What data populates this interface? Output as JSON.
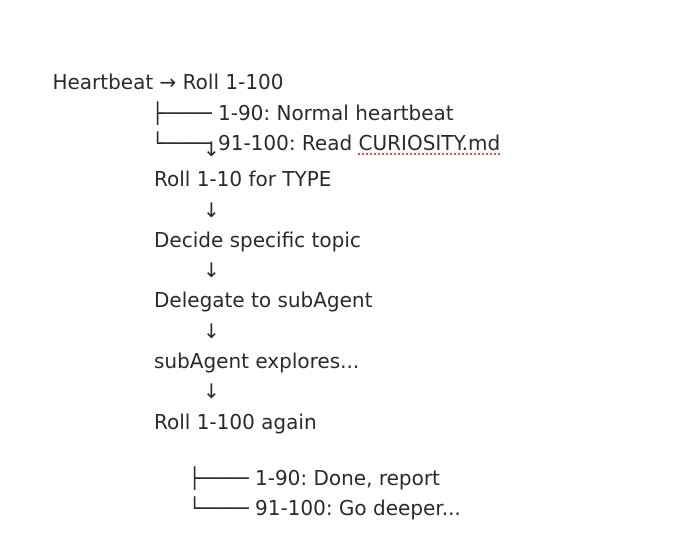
{
  "flow": {
    "root": "Heartbeat → Roll 1-100",
    "branch1": {
      "a_connector": "├──── ",
      "a_text": "1-90: Normal heartbeat",
      "b_connector": "└──── ",
      "b_prefix": "91-100: Read ",
      "b_file": "CURIOSITY.md"
    },
    "arrow": "↓",
    "step1": "Roll 1-10 for TYPE",
    "step2": "Decide specific topic",
    "step3": "Delegate to subAgent",
    "step4": "subAgent explores...",
    "step5": "Roll 1-100 again",
    "branch2": {
      "a_connector": "├──── ",
      "a_text": "1-90: Done, report",
      "b_connector": "└──── ",
      "b_text": "91-100: Go deeper..."
    }
  }
}
